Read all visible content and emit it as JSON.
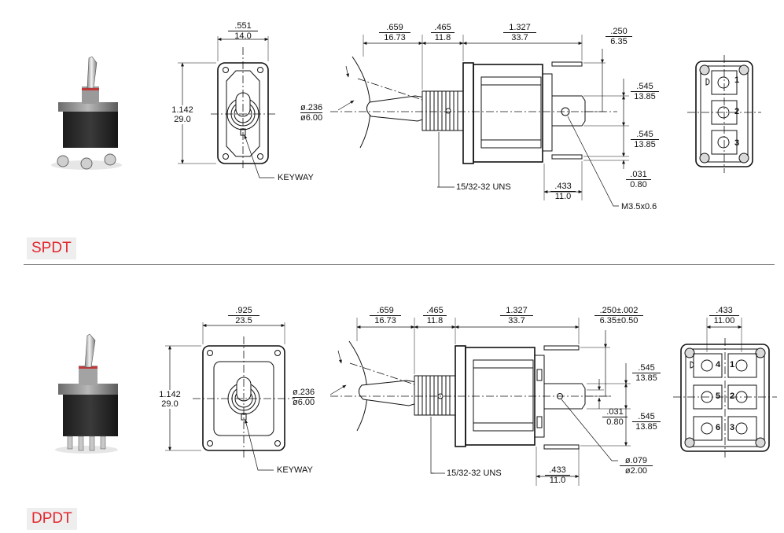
{
  "spdt": {
    "tag": "SPDT",
    "width_in": ".551",
    "width_mm": "14.0",
    "height_in": "1.142",
    "height_mm": "29.0",
    "keyway": "KEYWAY",
    "lever_dia_in": "ø.236",
    "lever_dia_mm": "ø6.00",
    "lever_len_in": ".659",
    "lever_len_mm": "16.73",
    "bushing_len_in": ".465",
    "bushing_len_mm": "11.8",
    "body_len_in": "1.327",
    "body_len_mm": "33.7",
    "term_out_in": ".250",
    "term_out_mm": "6.35",
    "pitch1_in": ".545",
    "pitch1_mm": "13.85",
    "pitch2_in": ".545",
    "pitch2_mm": "13.85",
    "thick_in": ".031",
    "thick_mm": "0.80",
    "term_len_in": ".433",
    "term_len_mm": "11.0",
    "thread": "15/32-32 UNS",
    "screw": "M3.5x0.6",
    "pins": [
      "1",
      "2",
      "3"
    ]
  },
  "dpdt": {
    "tag": "DPDT",
    "width_in": ".925",
    "width_mm": "23.5",
    "height_in": "1.142",
    "height_mm": "29.0",
    "keyway": "KEYWAY",
    "lever_dia_in": "ø.236",
    "lever_dia_mm": "ø6.00",
    "lever_len_in": ".659",
    "lever_len_mm": "16.73",
    "bushing_len_in": ".465",
    "bushing_len_mm": "11.8",
    "body_len_in": "1.327",
    "body_len_mm": "33.7",
    "term_out_in": ".250±.002",
    "term_out_mm": "6.35±0.50",
    "pitch1_in": ".545",
    "pitch1_mm": "13.85",
    "thick_in": ".031",
    "thick_mm": "0.80",
    "pitch2_in": ".545",
    "pitch2_mm": "13.85",
    "hole_in": "ø.079",
    "hole_mm": "ø2.00",
    "term_len_in": ".433",
    "term_len_mm": "11.0",
    "thread": "15/32-32 UNS",
    "back_width_in": ".433",
    "back_width_mm": "11.00",
    "pins": [
      "4",
      "1",
      "5",
      "2",
      "6",
      "3"
    ]
  }
}
